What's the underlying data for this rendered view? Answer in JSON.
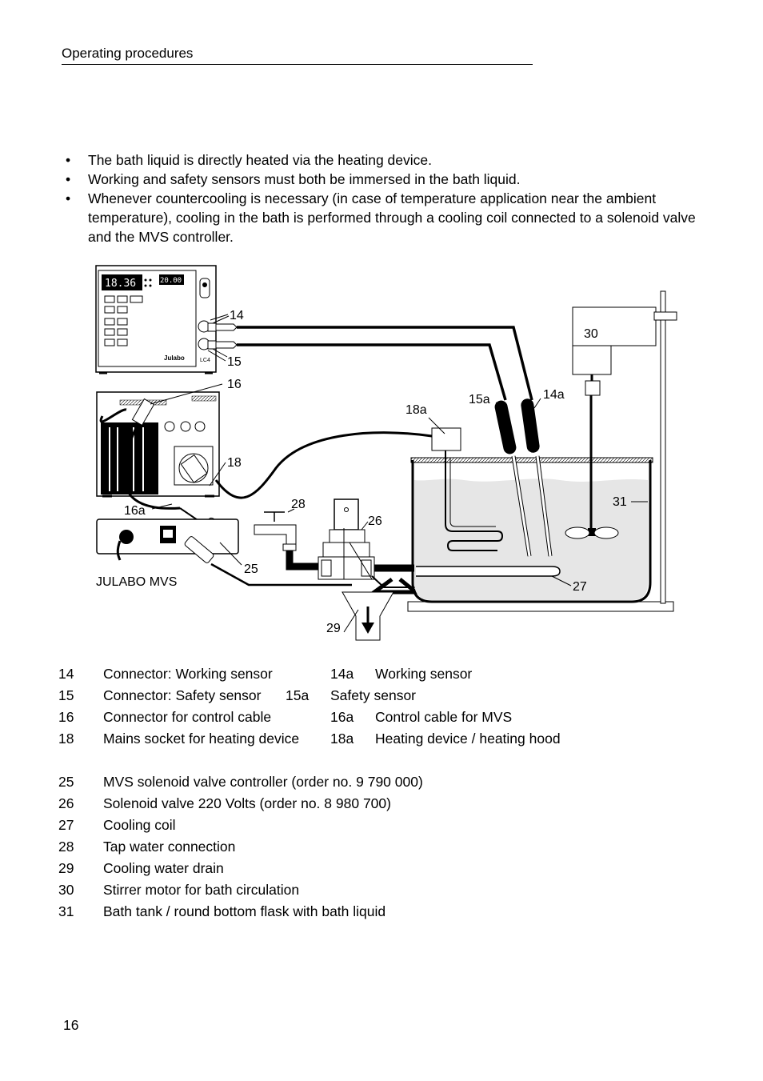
{
  "header": {
    "title": "Operating procedures"
  },
  "bullets": [
    "The bath liquid is directly heated via the heating device.",
    "Working and safety sensors must both be immersed in the bath liquid.",
    "Whenever countercooling is necessary (in case of temperature application near the ambient temperature), cooling in the bath is performed through a cooling coil connected to a solenoid valve and the MVS controller."
  ],
  "bullet_symbol": "•",
  "figure": {
    "labels": {
      "l14": "14",
      "l15": "15",
      "l16": "16",
      "l18": "18",
      "l16a": "16a",
      "l25": "25",
      "l26": "26",
      "l27": "27",
      "l28": "28",
      "l29": "29",
      "l30": "30",
      "l31": "31",
      "l14a": "14a",
      "l15a": "15a",
      "l18a": "18a",
      "mvs_caption": "JULABO MVS"
    },
    "display_main": "18.36",
    "display_set": "20.00",
    "device_brand": "Julabo",
    "device_model": "LC4"
  },
  "legend": {
    "rows_a": [
      {
        "n1": "14",
        "t1": "Connector: Working sensor",
        "n2": "14a",
        "t2": "Working sensor"
      },
      {
        "n1": "15",
        "t1": "Connector: Safety sensor",
        "n2": "15a",
        "t2": "Safety sensor"
      },
      {
        "n1": "16",
        "t1": "Connector for control cable",
        "n2": "16a",
        "t2": "Control cable for MVS"
      },
      {
        "n1": "18",
        "t1": "Mains socket for heating device",
        "n2": "18a",
        "t2": "Heating device / heating hood"
      }
    ],
    "rows_b": [
      {
        "n": "25",
        "t": "MVS solenoid valve controller (order no. 9 790 000)"
      },
      {
        "n": "26",
        "t": "Solenoid valve 220 Volts (order no. 8 980 700)"
      },
      {
        "n": "27",
        "t": "Cooling coil"
      },
      {
        "n": "28",
        "t": "Tap water connection"
      },
      {
        "n": "29",
        "t": "Cooling water drain"
      },
      {
        "n": "30",
        "t": "Stirrer motor for bath circulation"
      },
      {
        "n": "31",
        "t": "Bath tank / round bottom flask with bath liquid"
      }
    ]
  },
  "page_number": "16"
}
